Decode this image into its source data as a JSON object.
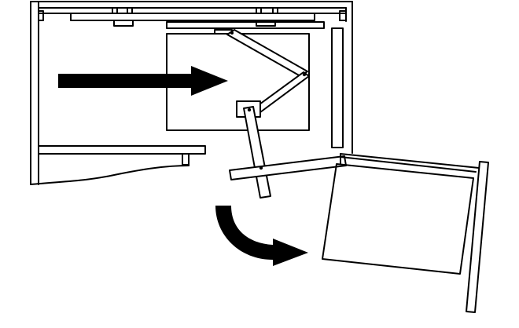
{
  "diagram": {
    "description_text": "",
    "colors": {
      "stroke": "#000000",
      "background": "#ffffff",
      "arrow_fill": "#000000"
    },
    "parts": [
      "cabinet-body",
      "cabinet-top-rail",
      "inner-shelf",
      "drawer-inside-position",
      "linkage-upper-arm",
      "linkage-lower-arm",
      "linkage-crossbar",
      "drawer-pulled-out-position",
      "drawer-front-panel",
      "push-arrow",
      "swing-arrow"
    ]
  }
}
